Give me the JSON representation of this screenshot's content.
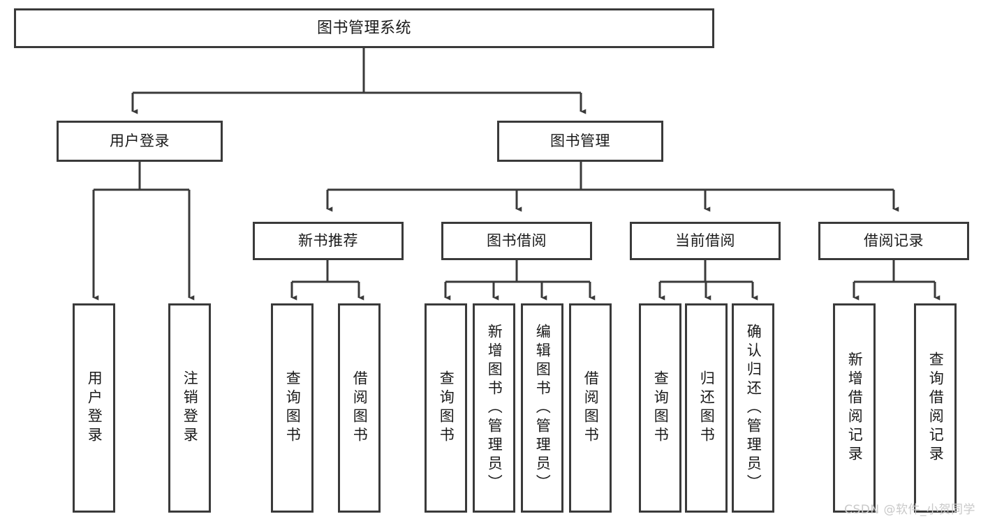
{
  "diagram": {
    "type": "tree",
    "title": "图书管理系统",
    "watermark": "CSDN @软件_小贺同学",
    "colors": {
      "stroke": "#3a3a3a",
      "text": "#1a1a1a",
      "background": "#ffffff",
      "watermark": "#c9c9c9"
    },
    "nodes": {
      "root": {
        "label": "图书管理系统"
      },
      "level1": [
        {
          "id": "user_login",
          "label": "用户登录"
        },
        {
          "id": "book_mgmt",
          "label": "图书管理"
        }
      ],
      "level2": [
        {
          "id": "new_book_rec",
          "label": "新书推荐",
          "parent": "book_mgmt"
        },
        {
          "id": "book_borrow",
          "label": "图书借阅",
          "parent": "book_mgmt"
        },
        {
          "id": "current_borrow",
          "label": "当前借阅",
          "parent": "book_mgmt"
        },
        {
          "id": "borrow_record",
          "label": "借阅记录",
          "parent": "book_mgmt"
        }
      ],
      "leaves": [
        {
          "id": "leaf_user_login",
          "label": "用户登录",
          "parent": "user_login"
        },
        {
          "id": "leaf_user_logout",
          "label": "注销登录",
          "parent": "user_login"
        },
        {
          "id": "leaf_query_book_1",
          "label": "查询图书",
          "parent": "new_book_rec"
        },
        {
          "id": "leaf_borrow_book_1",
          "label": "借阅图书",
          "parent": "new_book_rec"
        },
        {
          "id": "leaf_query_book_2",
          "label": "查询图书",
          "parent": "book_borrow"
        },
        {
          "id": "leaf_add_book",
          "label": "新增图书（管理员）",
          "parent": "book_borrow"
        },
        {
          "id": "leaf_edit_book",
          "label": "编辑图书（管理员）",
          "parent": "book_borrow"
        },
        {
          "id": "leaf_borrow_book_2",
          "label": "借阅图书",
          "parent": "book_borrow"
        },
        {
          "id": "leaf_query_book_3",
          "label": "查询图书",
          "parent": "current_borrow"
        },
        {
          "id": "leaf_return_book",
          "label": "归还图书",
          "parent": "current_borrow"
        },
        {
          "id": "leaf_confirm_return",
          "label": "确认归还（管理员）",
          "parent": "current_borrow"
        },
        {
          "id": "leaf_add_record",
          "label": "新增借阅记录",
          "parent": "borrow_record"
        },
        {
          "id": "leaf_query_record",
          "label": "查询借阅记录",
          "parent": "borrow_record"
        }
      ]
    }
  }
}
